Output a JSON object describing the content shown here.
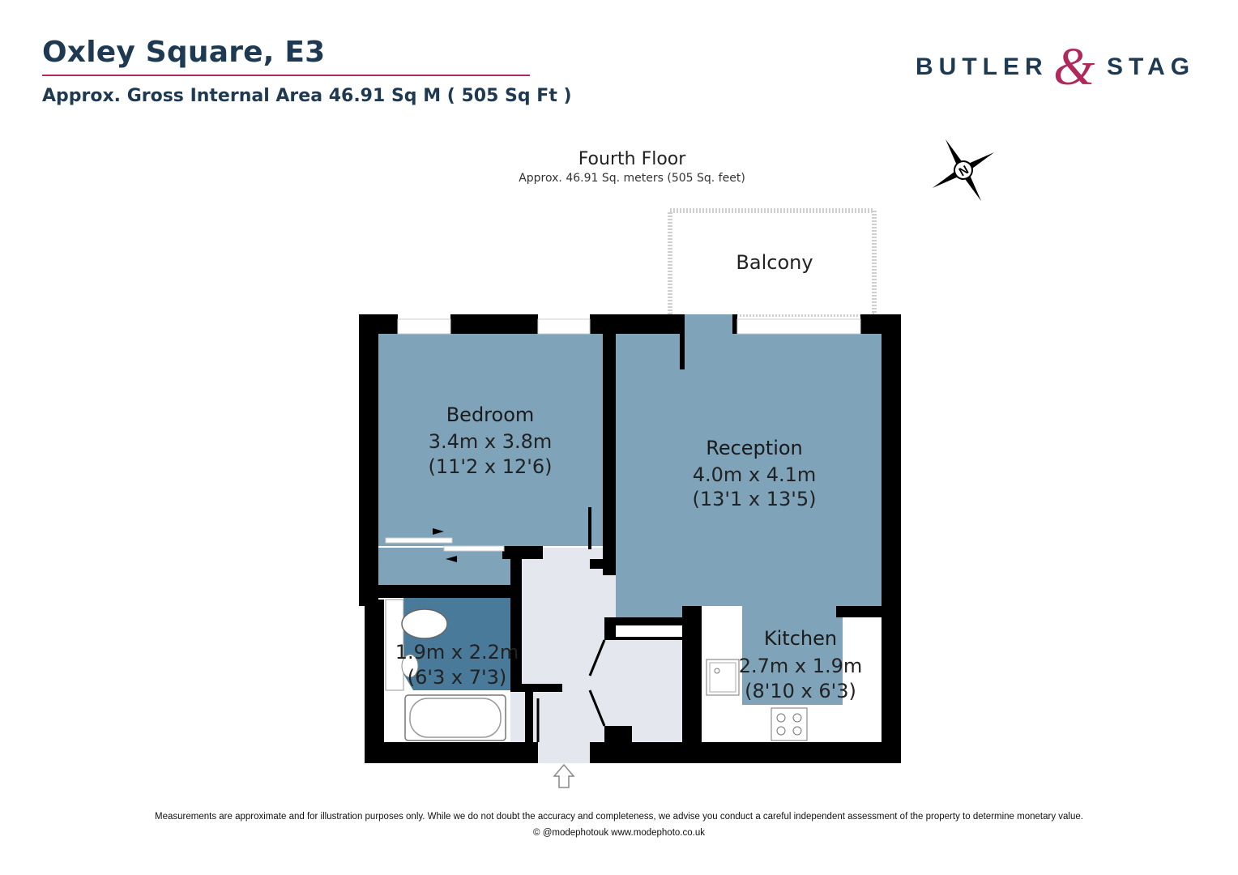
{
  "header": {
    "title": "Oxley Square, E3",
    "area": "Approx. Gross Internal Area  46.91 Sq M ( 505 Sq Ft )"
  },
  "logo": {
    "left_text": "BUTLER",
    "ampersand": "&",
    "right_text": "STAG"
  },
  "floor": {
    "name": "Fourth Floor",
    "area": "Approx. 46.91 Sq. meters (505 Sq. feet)"
  },
  "compass": {
    "letter": "N",
    "icon": "north-compass-icon"
  },
  "rooms": {
    "balcony": {
      "name": "Balcony"
    },
    "bedroom": {
      "name": "Bedroom",
      "metric": "3.4m x 3.8m",
      "imperial": "(11'2 x 12'6)"
    },
    "reception": {
      "name": "Reception",
      "metric": "4.0m x 4.1m",
      "imperial": "(13'1 x 13'5)"
    },
    "kitchen": {
      "name": "Kitchen",
      "metric": "2.7m x 1.9m",
      "imperial": "(8'10 x 6'3)"
    },
    "bathroom": {
      "metric": "1.9m x 2.2m",
      "imperial": "(6'3 x 7'3)"
    }
  },
  "footer": {
    "disclaimer": "Measurements are approximate and for illustration purposes only.  While we do not doubt the accuracy and completeness, we advise you conduct a careful independent assessment of the property to determine monetary value.",
    "credit": "© @modephotouk www.modephoto.co.uk"
  },
  "colors": {
    "navy": "#1e3a52",
    "brand_pink": "#b0285c",
    "room_blue": "#7fa3b9",
    "bath_blue": "#4a7a9a",
    "hall_grey": "#e4e8ee",
    "wall": "#000000"
  }
}
